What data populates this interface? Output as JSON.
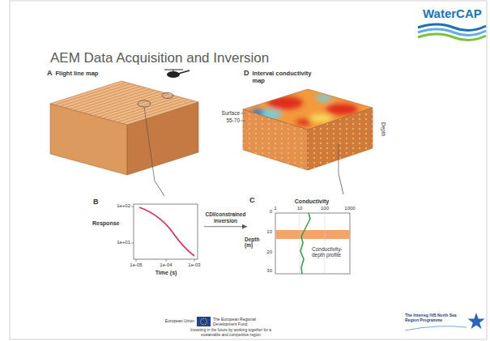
{
  "diagram": {
    "title": "AEM Data Acquisition and Inversion",
    "nodes": [
      {
        "text": [
          "A",
          "Flight line map"
        ]
      },
      {
        "text": [
          "D",
          "Interval conductivity map"
        ]
      },
      {
        "text": [
          "B"
        ]
      },
      {
        "text": [
          "C"
        ]
      }
    ],
    "edges": [
      {
        "from": 0,
        "to": 2,
        "arrow": "none"
      },
      {
        "from": 2,
        "to": 3,
        "label": "CDI/constrained inversion",
        "arrow": "to"
      },
      {
        "from": 1,
        "to": 3,
        "arrow": "none"
      }
    ],
    "labels": [
      "WaterCAP",
      "Surface",
      "55-70",
      "Depth",
      "1e+02",
      "1e+01",
      "Response",
      "1e-05",
      "1e-04",
      "1e-03",
      "Time (s)",
      "Conductivity",
      "1",
      "10",
      "100",
      "1000",
      "Depth (m)",
      "0",
      "10",
      "20",
      "30",
      "Conductivity-depth profile",
      "European Union",
      "The European Regional Development Fund",
      "Investing in the future by working together for a sustainable and competitive region",
      "The Interreg IVB North Sea Region Programme"
    ]
  }
}
